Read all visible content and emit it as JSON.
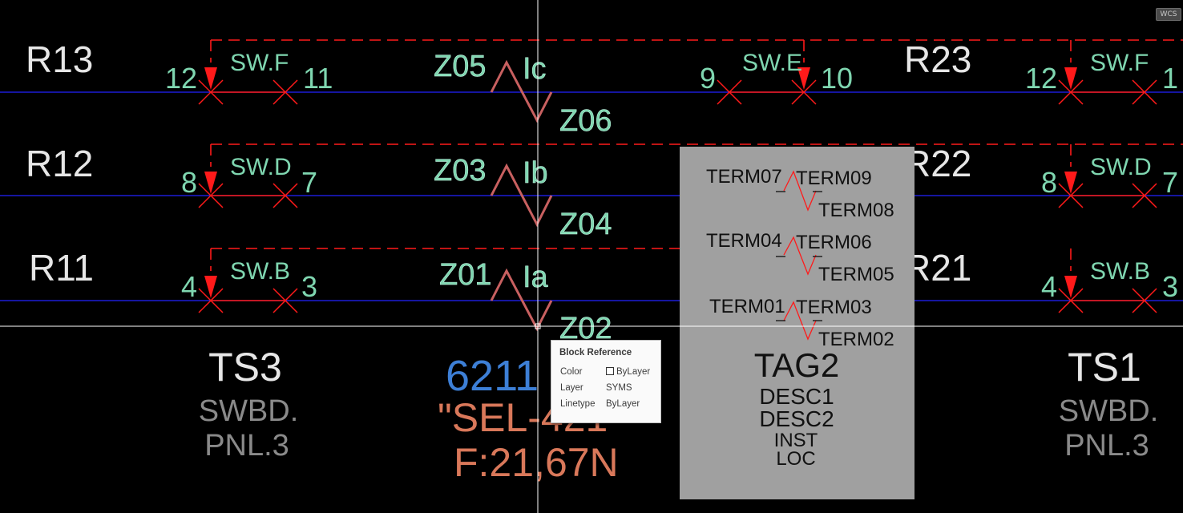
{
  "wcs_label": "WCS",
  "left_switchboard": {
    "rows": [
      {
        "label": "R13",
        "switch": "SW.F",
        "term_left": "12",
        "term_right": "11"
      },
      {
        "label": "R12",
        "switch": "SW.D",
        "term_left": "8",
        "term_right": "7"
      },
      {
        "label": "R11",
        "switch": "SW.B",
        "term_left": "4",
        "term_right": "3"
      }
    ],
    "tag": "TS3",
    "desc_line1": "SWBD.",
    "desc_line2": "PNL.3"
  },
  "center_zones": [
    {
      "top": "Z05",
      "phase": "Ic",
      "bottom": "Z06"
    },
    {
      "top": "Z03",
      "phase": "Ib",
      "bottom": "Z04"
    },
    {
      "top": "Z01",
      "phase": "Ia",
      "bottom": "Z02"
    }
  ],
  "device": {
    "number": "6211",
    "model": "\"SEL-421",
    "function": "F:21,67N"
  },
  "right_switchboard": {
    "rows": [
      {
        "label": "R23",
        "switch": "SW.F",
        "term_left": "12",
        "term_right": "1"
      },
      {
        "label": "R22",
        "switch": "SW.D",
        "term_left": "8",
        "term_right": "7"
      },
      {
        "label": "R21",
        "switch": "SW.B",
        "term_left": "4",
        "term_right": "3"
      }
    ],
    "switch_e": {
      "switch": "SW.E",
      "term_left": "9",
      "term_right": "10"
    },
    "tag": "TS1",
    "desc_line1": "SWBD.",
    "desc_line2": "PNL.3"
  },
  "block_preview": {
    "groups": [
      {
        "left": "TERM07",
        "top": "TERM09",
        "bottom": "TERM08"
      },
      {
        "left": "TERM04",
        "top": "TERM06",
        "bottom": "TERM05"
      },
      {
        "left": "TERM01",
        "top": "TERM03",
        "bottom": "TERM02"
      }
    ],
    "tag": "TAG2",
    "desc1": "DESC1",
    "desc2": "DESC2",
    "inst": "INST",
    "loc": "LOC"
  },
  "tooltip": {
    "title": "Block Reference",
    "color_label": "Color",
    "color_value": "ByLayer",
    "layer_label": "Layer",
    "layer_value": "SYMS",
    "linetype_label": "Linetype",
    "linetype_value": "ByLayer"
  },
  "colors": {
    "background": "#000000",
    "bus_line": "#2222ff",
    "switch_red": "#ff1a1a",
    "text_green": "#7fd6b0",
    "text_white": "#e6e6e6",
    "text_gray": "#8a8a8a",
    "device_blue": "#3d7fd6",
    "device_orange": "#d9785a",
    "zone_red": "#c86060",
    "block_gray": "#a0a0a0",
    "crosshair": "#ffffff"
  }
}
